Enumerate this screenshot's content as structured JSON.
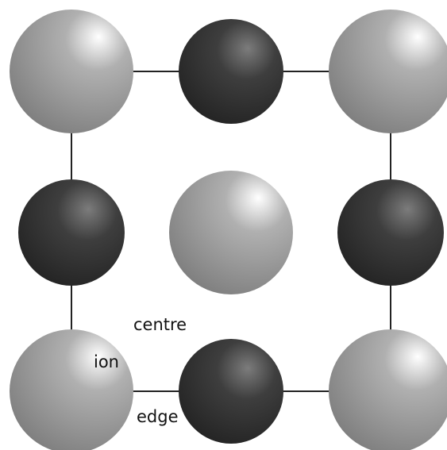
{
  "labels": {
    "centre": "centre",
    "ion": "ion",
    "edge": "edge"
  },
  "colors": {
    "background": "#ffffff",
    "edge_line": "#222222",
    "light_sphere_highlight": "#ffffff",
    "light_sphere_mid": "#b0b0b0",
    "light_sphere_shadow": "#7a7a7a",
    "dark_sphere_highlight": "#7c7c7c",
    "dark_sphere_mid": "#3e3e3e",
    "dark_sphere_shadow": "#202020"
  },
  "spheres": [
    {
      "id": "corner-top-left",
      "shade": "light"
    },
    {
      "id": "edge-top",
      "shade": "dark"
    },
    {
      "id": "corner-top-right",
      "shade": "light"
    },
    {
      "id": "edge-left",
      "shade": "dark"
    },
    {
      "id": "centre",
      "shade": "light"
    },
    {
      "id": "edge-right",
      "shade": "dark"
    },
    {
      "id": "corner-bottom-left",
      "shade": "light"
    },
    {
      "id": "edge-bottom",
      "shade": "dark"
    },
    {
      "id": "corner-bottom-right",
      "shade": "light"
    }
  ]
}
